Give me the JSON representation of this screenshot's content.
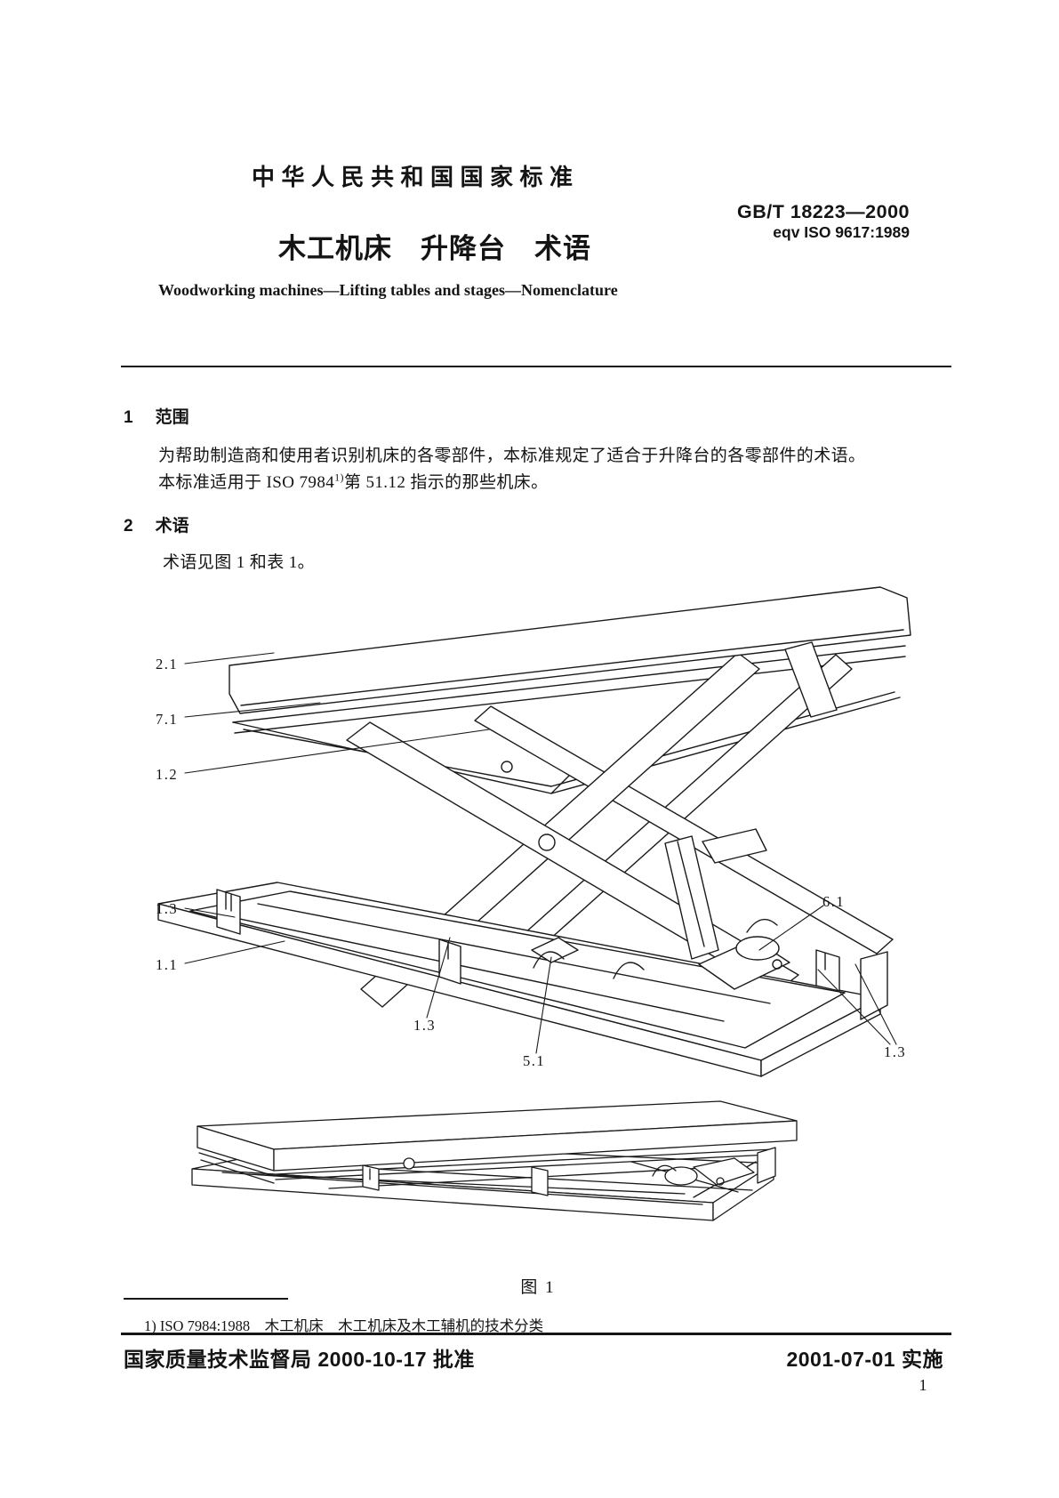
{
  "header": {
    "national_label": "中华人民共和国国家标准",
    "standard_code": "GB/T 18223—2000",
    "standard_eqv": "eqv ISO 9617:1989",
    "title_cn": "木工机床　升降台　术语",
    "title_en": "Woodworking machines—Lifting tables and stages—Nomenclature"
  },
  "sections": {
    "scope": {
      "number": "1",
      "heading": "范围",
      "paragraph1": "为帮助制造商和使用者识别机床的各零部件，本标准规定了适合于升降台的各零部件的术语。",
      "paragraph2_pre": "本标准适用于 ISO 7984",
      "paragraph2_sup": "1)",
      "paragraph2_post": "第 51.12 指示的那些机床。"
    },
    "terms": {
      "number": "2",
      "heading": "术语",
      "paragraph1": "术语见图 1 和表 1。"
    }
  },
  "figure": {
    "caption": "图 1",
    "labels": [
      {
        "text": "2.1"
      },
      {
        "text": "7.1"
      },
      {
        "text": "1.2"
      },
      {
        "text": "1.3"
      },
      {
        "text": "1.1"
      },
      {
        "text": "1.3"
      },
      {
        "text": "5.1"
      },
      {
        "text": "6.1"
      },
      {
        "text": "1.3"
      }
    ]
  },
  "footnote": {
    "text": "1) ISO 7984:1988　木工机床　木工机床及木工辅机的技术分类"
  },
  "footer": {
    "approval": "国家质量技术监督局 2000-10-17 批准",
    "implementation": "2001-07-01 实施",
    "page_number": "1"
  }
}
